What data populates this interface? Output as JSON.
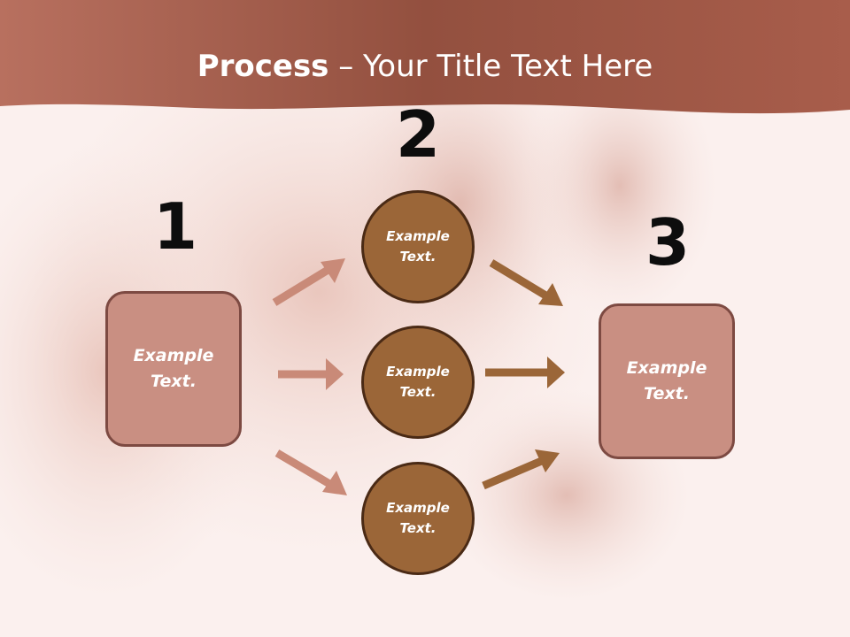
{
  "title": {
    "bold": "Process",
    "rest": " – Your Title Text Here"
  },
  "steps": [
    {
      "number": "1",
      "label": "Example Text."
    },
    {
      "number": "2",
      "labels": [
        "Example Text.",
        "Example Text.",
        "Example Text."
      ]
    },
    {
      "number": "3",
      "label": "Example Text."
    }
  ],
  "colors": {
    "header": "#a65a48",
    "box_fill": "#c98f82",
    "box_border": "#7d4a42",
    "circle_fill": "#9b6638",
    "circle_border": "#4a2a15",
    "arrow_left": "#c98a78",
    "arrow_right": "#9b6638"
  }
}
